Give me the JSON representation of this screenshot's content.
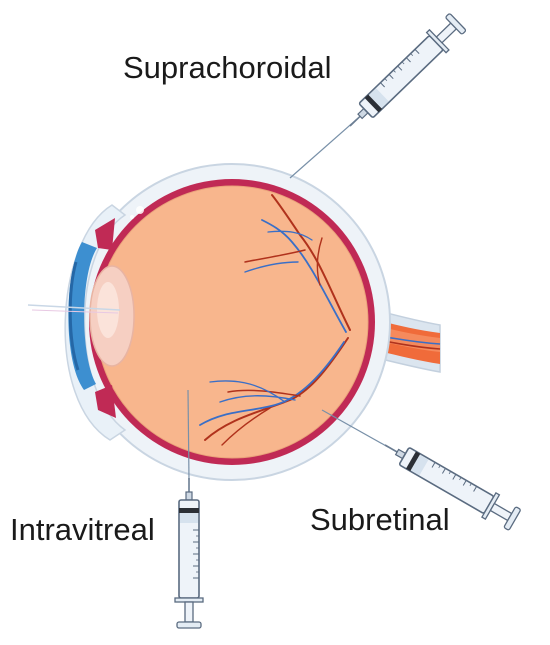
{
  "labels": {
    "suprachoroidal": "Suprachoroidal",
    "intravitreal": "Intravitreal",
    "subretinal": "Subretinal"
  },
  "colors": {
    "vitreous": "#f8b68d",
    "sclera_outline": "#dde6f0",
    "choroid": "#c02a55",
    "nerve": "#f06b3a",
    "iris": "#3d8fd0",
    "lens": "#f6cfc2",
    "syringe_barrel": "#eef3f9",
    "syringe_outline": "#5a6b80",
    "artery": "#b0321c",
    "vein": "#3a6fc7",
    "needle_line": "#7890a8"
  },
  "icons": [
    "eye-cross-section",
    "syringe-icon"
  ]
}
